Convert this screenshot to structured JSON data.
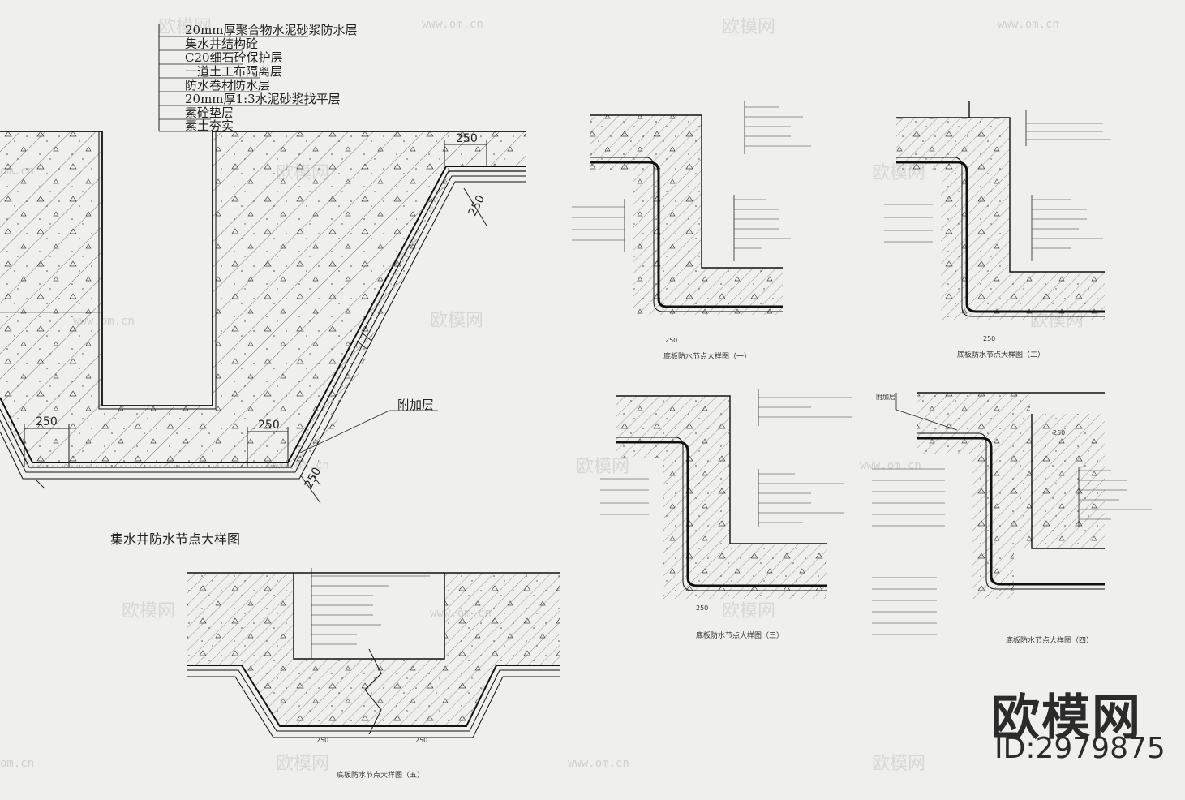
{
  "main_detail": {
    "labels": [
      "20mm厚聚合物水泥砂浆防水层",
      "集水井结构砼",
      "C20细石砼保护层",
      "一道土工布隔离层",
      "防水卷材防水层",
      "20mm厚1:3水泥砂浆找平层",
      "素砼垫层",
      "素土夯实"
    ],
    "dim_labels": [
      "250",
      "250",
      "250",
      "250",
      "250"
    ],
    "extra_label": "附加层",
    "title": "集水井防水节点大样图"
  },
  "watermarks": {
    "brand": "欧模网",
    "url": "www.om.cn",
    "partial_url": "om.cn"
  },
  "footer": {
    "brand": "欧模网",
    "id": "ID:2979875"
  },
  "small_details": {
    "detail_a": {
      "caption": "底板防水节点大样图（一）",
      "dim": "250"
    },
    "detail_b": {
      "caption": "底板防水节点大样图（二）",
      "dim": "250"
    },
    "detail_c": {
      "caption": "底板防水节点大样图（三）",
      "dim": "250"
    },
    "detail_d": {
      "caption": "底板防水节点大样图（四）",
      "dim": "250",
      "extra_label": "附加层"
    },
    "detail_e": {
      "caption": "底板防水节点大样图（五）",
      "dim": "250"
    }
  }
}
